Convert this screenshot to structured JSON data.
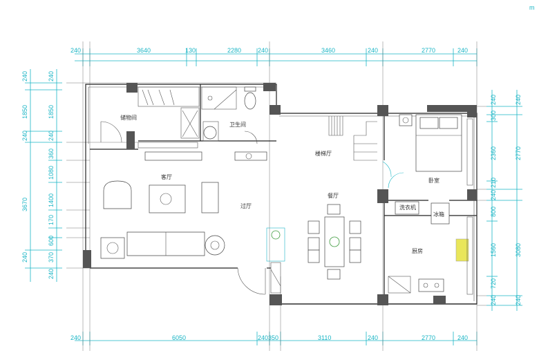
{
  "corner_mark": "m",
  "dims_top": [
    "240",
    "3640",
    "130",
    "2280",
    "240",
    "3460",
    "240",
    "2770",
    "240"
  ],
  "dims_bottom": [
    "240",
    "6050",
    "240",
    "350",
    "3110",
    "240",
    "2770",
    "240"
  ],
  "dims_left_outer": [
    "240",
    "1850",
    "240",
    "3670",
    "240"
  ],
  "dims_left_inner": [
    "240",
    "1850",
    "240",
    "360",
    "1080",
    "1400",
    "170",
    "600",
    "370",
    "240"
  ],
  "dims_right_inner": [
    "240",
    "300",
    "2360",
    "210",
    "240",
    "800",
    "1560",
    "720",
    "240"
  ],
  "dims_right_outer": [
    "240",
    "2770",
    "3080",
    "240"
  ],
  "rooms": {
    "storage": "储物间",
    "bathroom": "卫生间",
    "stair": "楼梯厅",
    "living": "客厅",
    "dining": "餐厅",
    "hall": "过厅",
    "bedroom": "卧室",
    "kitchen": "厨房",
    "fridge": "冰箱",
    "laundry": "洗衣机"
  }
}
